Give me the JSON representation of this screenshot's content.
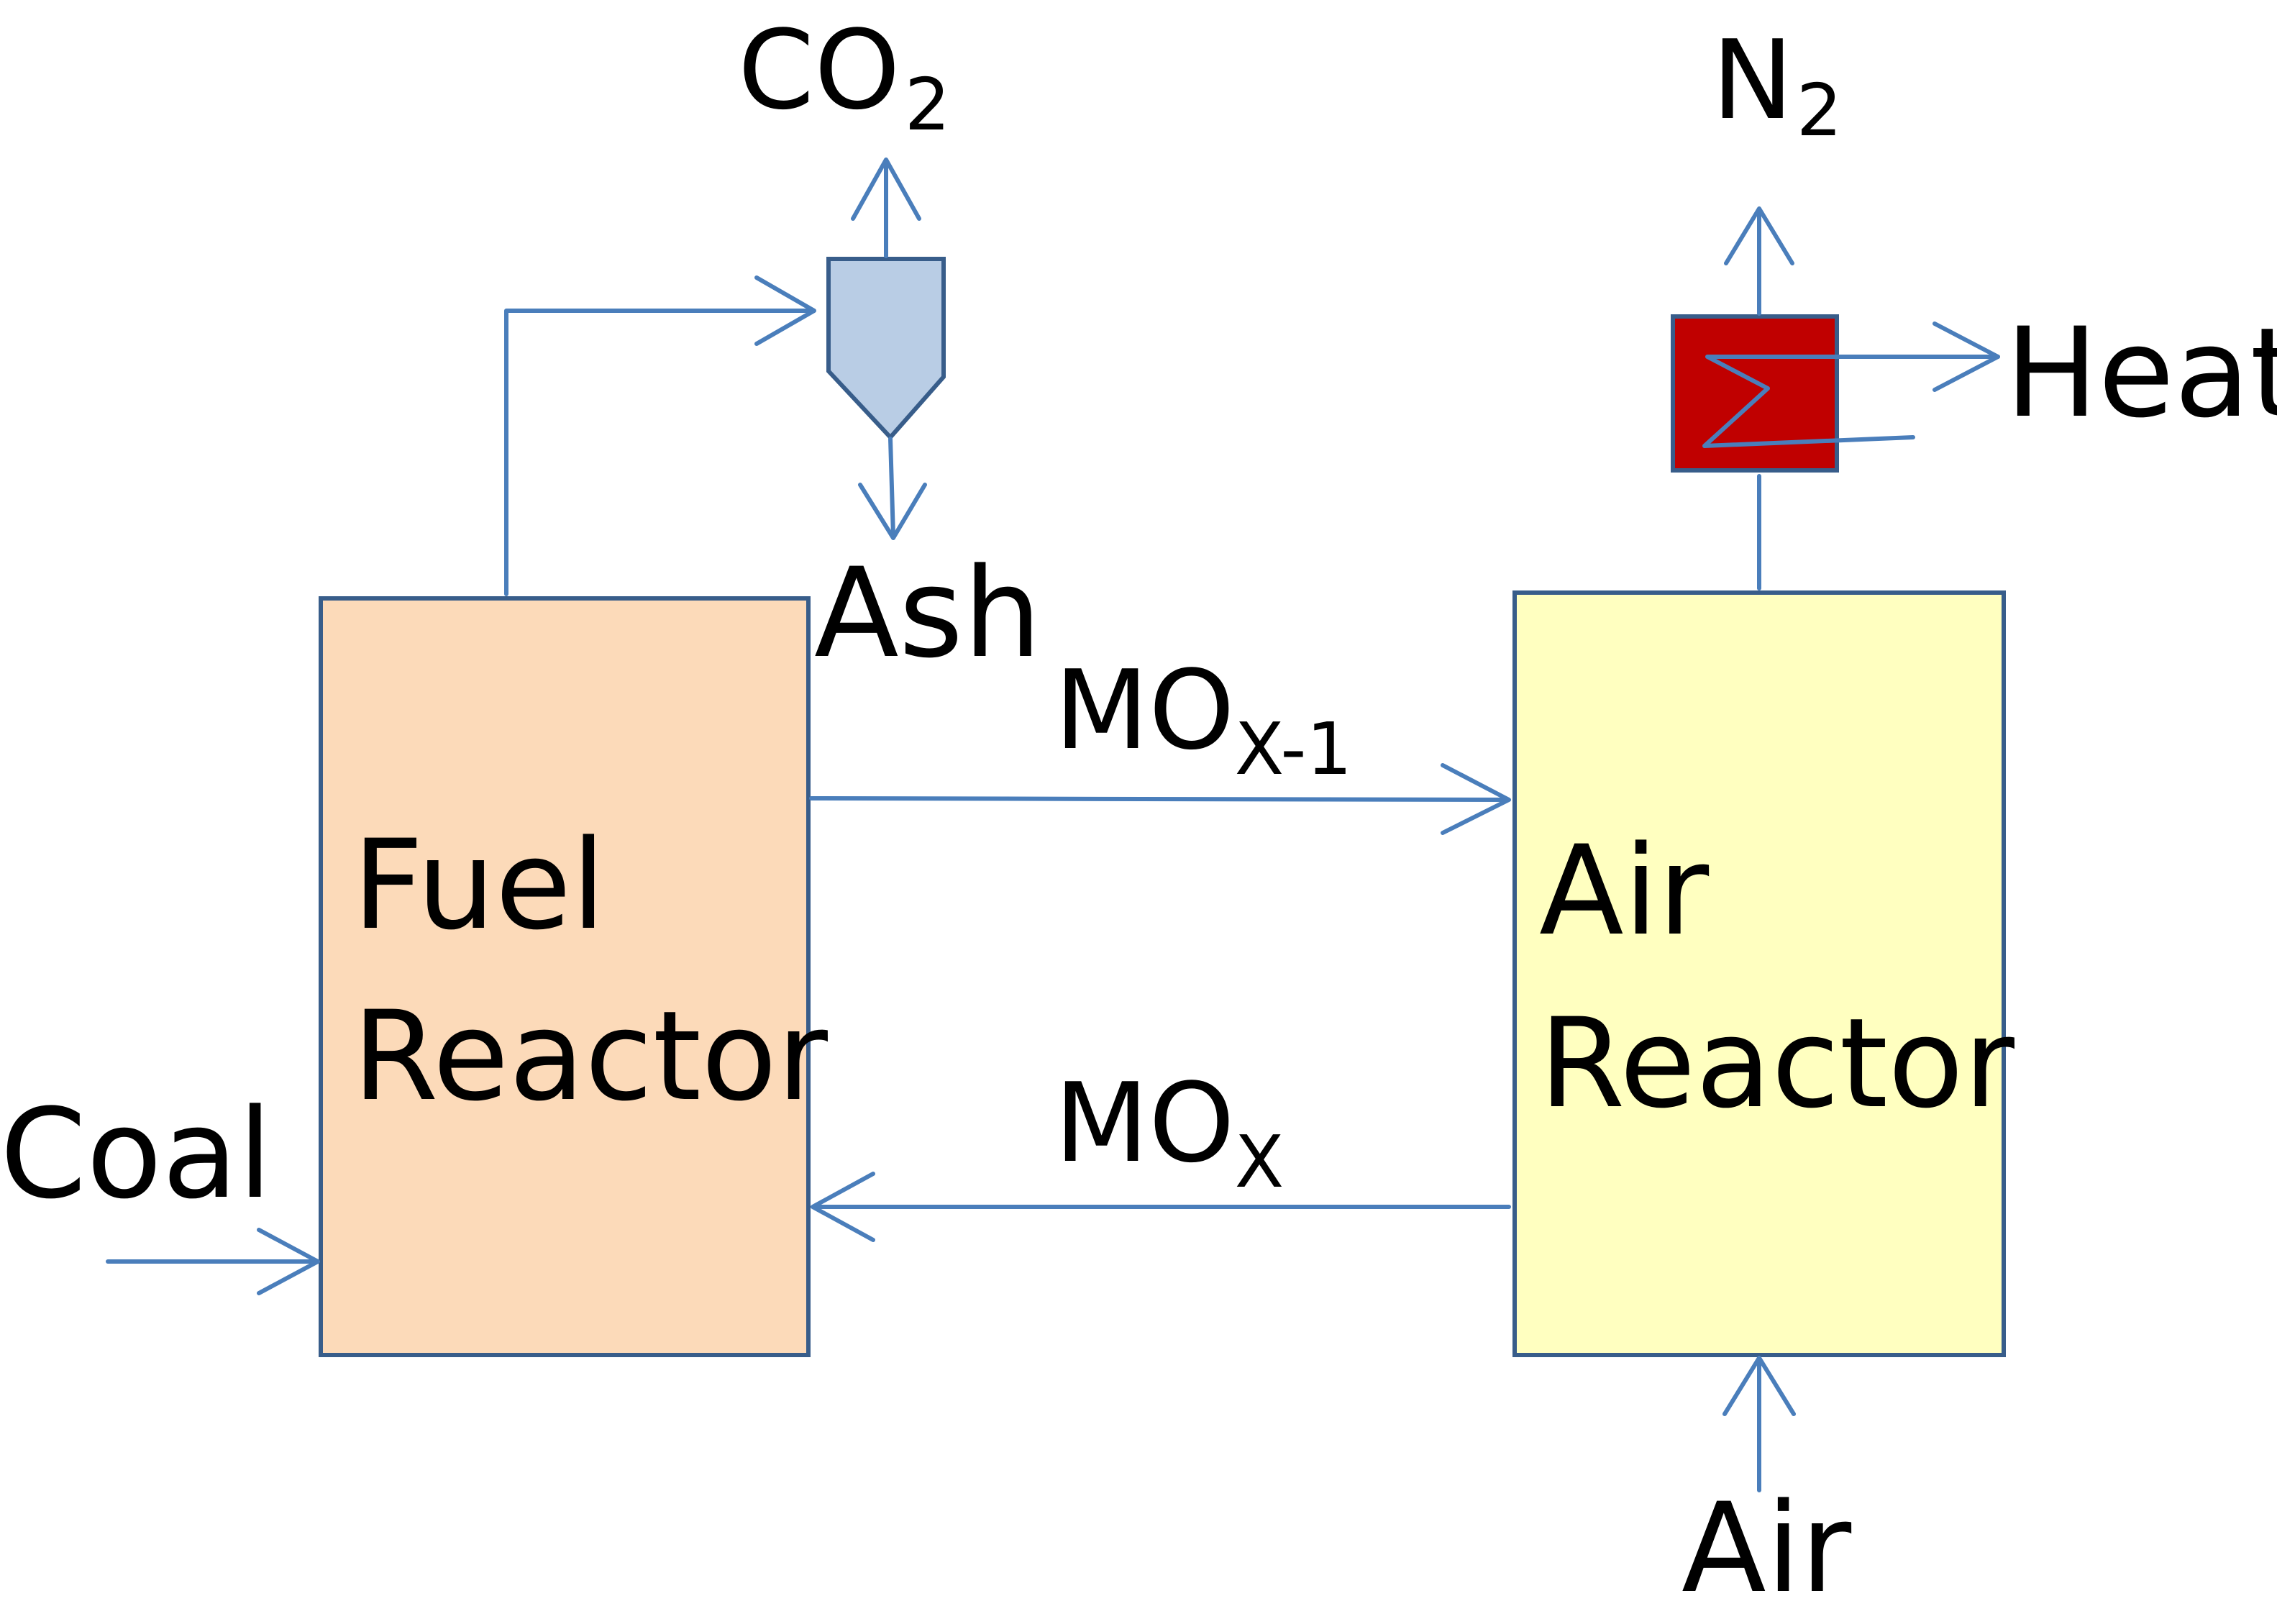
{
  "colors": {
    "fuel_reactor_fill": "#fcdab9",
    "air_reactor_fill": "#ffffc0",
    "cyclone_fill": "#b9cde5",
    "heat_exchanger_fill": "#c00000",
    "flow_arrow": "#4a7ebb",
    "box_outline": "#385d8a"
  },
  "units": {
    "fuel_reactor": {
      "line1": "Fuel",
      "line2": "Reactor"
    },
    "air_reactor": {
      "line1": "Air",
      "line2": "Reactor"
    }
  },
  "streams": {
    "coal": "Coal",
    "co2": {
      "base": "CO",
      "subscript": "2"
    },
    "ash": "Ash",
    "n2": {
      "base": "N",
      "subscript": "2"
    },
    "heat": "Heat",
    "air": "Air",
    "mo_reduced": {
      "base": "MO",
      "subscript": "X-1"
    },
    "mo_oxidized": {
      "base": "MO",
      "subscript": "X"
    }
  }
}
